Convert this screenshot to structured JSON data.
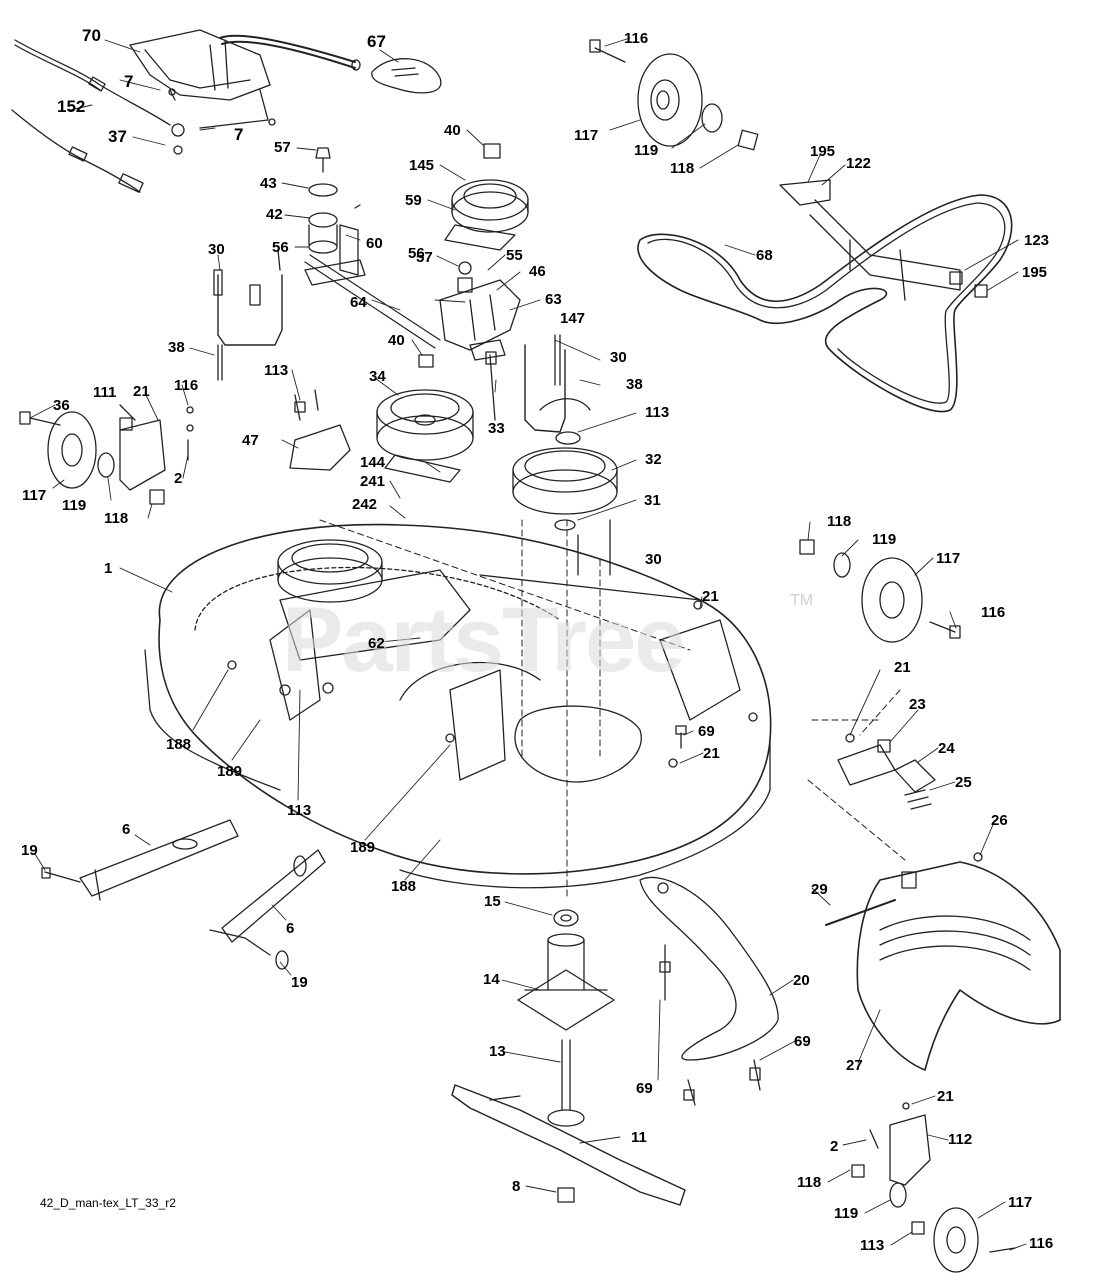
{
  "diagram": {
    "watermark": "PartsTree",
    "watermark_tm": "TM",
    "caption": "42_D_man-tex_LT_33_r2",
    "callouts": [
      "70",
      "67",
      "7",
      "7",
      "152",
      "37",
      "57",
      "43",
      "42",
      "56",
      "60",
      "116",
      "117",
      "119",
      "118",
      "40",
      "145",
      "59",
      "57",
      "55",
      "56",
      "46",
      "63",
      "64",
      "195",
      "122",
      "68",
      "123",
      "195",
      "30",
      "38",
      "147",
      "30",
      "38",
      "40",
      "113",
      "111",
      "21",
      "116",
      "36",
      "34",
      "33",
      "113",
      "47",
      "2",
      "117",
      "119",
      "118",
      "144",
      "32",
      "241",
      "31",
      "242",
      "30",
      "1",
      "118",
      "119",
      "117",
      "21",
      "116",
      "62",
      "21",
      "23",
      "188",
      "69",
      "189",
      "21",
      "24",
      "25",
      "113",
      "26",
      "189",
      "188",
      "19",
      "6",
      "15",
      "29",
      "6",
      "19",
      "14",
      "20",
      "27",
      "69",
      "13",
      "69",
      "11",
      "21",
      "2",
      "112",
      "118",
      "8",
      "119",
      "117",
      "113",
      "116"
    ]
  }
}
